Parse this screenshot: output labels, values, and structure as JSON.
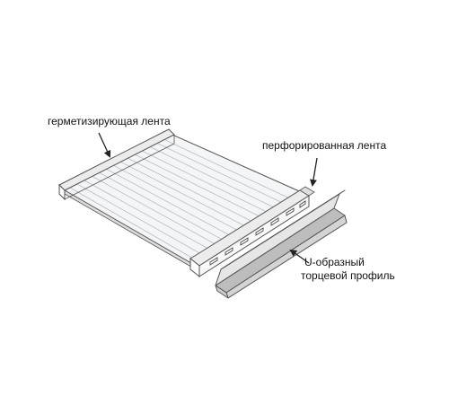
{
  "labels": {
    "sealing_tape": "герметизирующая лента",
    "perforated_tape": "перфорированная лента",
    "u_profile_line1": "U-образный",
    "u_profile_line2": "торцевой профиль"
  },
  "colors": {
    "outline": "#555555",
    "sheet_fill": "#f4f5f6",
    "flute_line": "#b9bcc0",
    "profile_light": "#e6e6e6",
    "profile_shade": "#bdbdbd",
    "arrow": "#222222"
  }
}
